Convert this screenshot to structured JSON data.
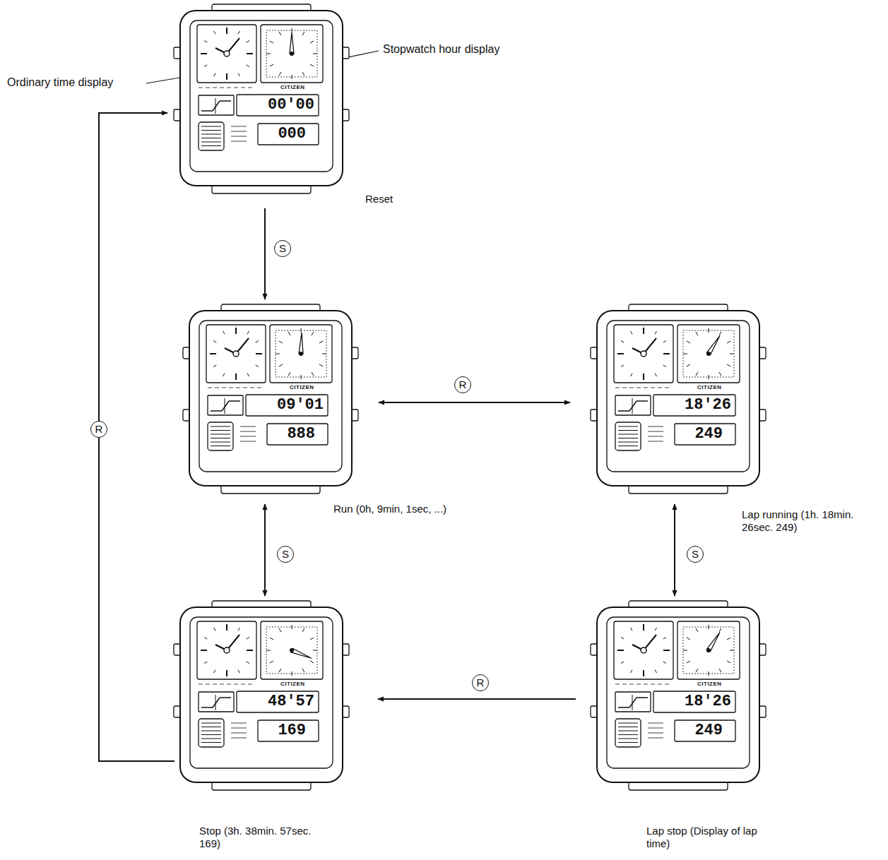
{
  "diagram": {
    "nodes": [
      {
        "text": [
          "CITIZEN",
          "00'00",
          "000",
          "Reset"
        ]
      },
      {
        "text": [
          "CITIZEN",
          "09'01",
          "888",
          "Run (0h, 9min, 1sec, ...)"
        ]
      },
      {
        "text": [
          "CITIZEN",
          "18'26",
          "249",
          "Lap running (1h. 18min. 26sec. 249)"
        ]
      },
      {
        "text": [
          "CITIZEN",
          "48'57",
          "169",
          "Stop (3h. 38min. 57sec. 169)"
        ]
      },
      {
        "text": [
          "CITIZEN",
          "18'26",
          "249",
          "Lap stop (Display of lap time)"
        ]
      }
    ],
    "edges": [
      {
        "from": 0,
        "to": 1,
        "arrow": "to",
        "label": "S"
      },
      {
        "from": 1,
        "to": 3,
        "arrow": "both",
        "label": "S"
      },
      {
        "from": 1,
        "to": 2,
        "arrow": "both",
        "label": "R"
      },
      {
        "from": 2,
        "to": 4,
        "arrow": "both",
        "label": "S"
      },
      {
        "from": 4,
        "to": 3,
        "arrow": "to",
        "label": "R"
      },
      {
        "from": 3,
        "to": 0,
        "arrow": "to",
        "label": "R"
      }
    ],
    "labels": [
      "Ordinary time display",
      "Stopwatch hour display"
    ]
  }
}
